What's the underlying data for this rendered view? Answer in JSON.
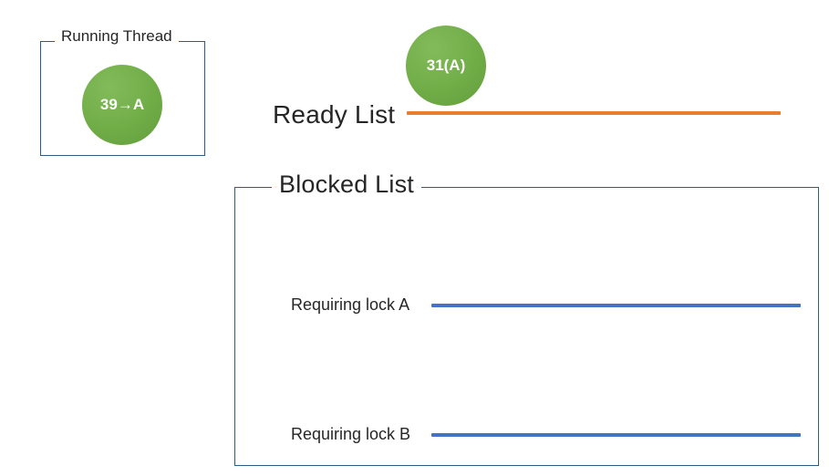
{
  "diagram": {
    "title_text": "",
    "colors": {
      "thread_node_green": "#70AD47",
      "ready_line_orange": "#E97D2E",
      "blocked_line_blue": "#4472C4",
      "group_border_blue": "#2E5B8C",
      "text_color": "#262626",
      "node_text_color": "#FFFFFF",
      "background": "#FFFFFF"
    },
    "running_thread": {
      "box_label": "Running Thread",
      "node": {
        "label": "39→A",
        "icon": "thread-circle-icon"
      }
    },
    "ready_list": {
      "label": "Ready List",
      "line_color": "#E97D2E",
      "nodes": [
        {
          "label": "31(A)",
          "icon": "thread-circle-icon"
        }
      ]
    },
    "blocked_list": {
      "box_label": "Blocked List",
      "queues": [
        {
          "label": "Requiring lock A",
          "line_color": "#4472C4",
          "nodes": []
        },
        {
          "label": "Requiring lock B",
          "line_color": "#4472C4",
          "nodes": []
        }
      ]
    }
  }
}
